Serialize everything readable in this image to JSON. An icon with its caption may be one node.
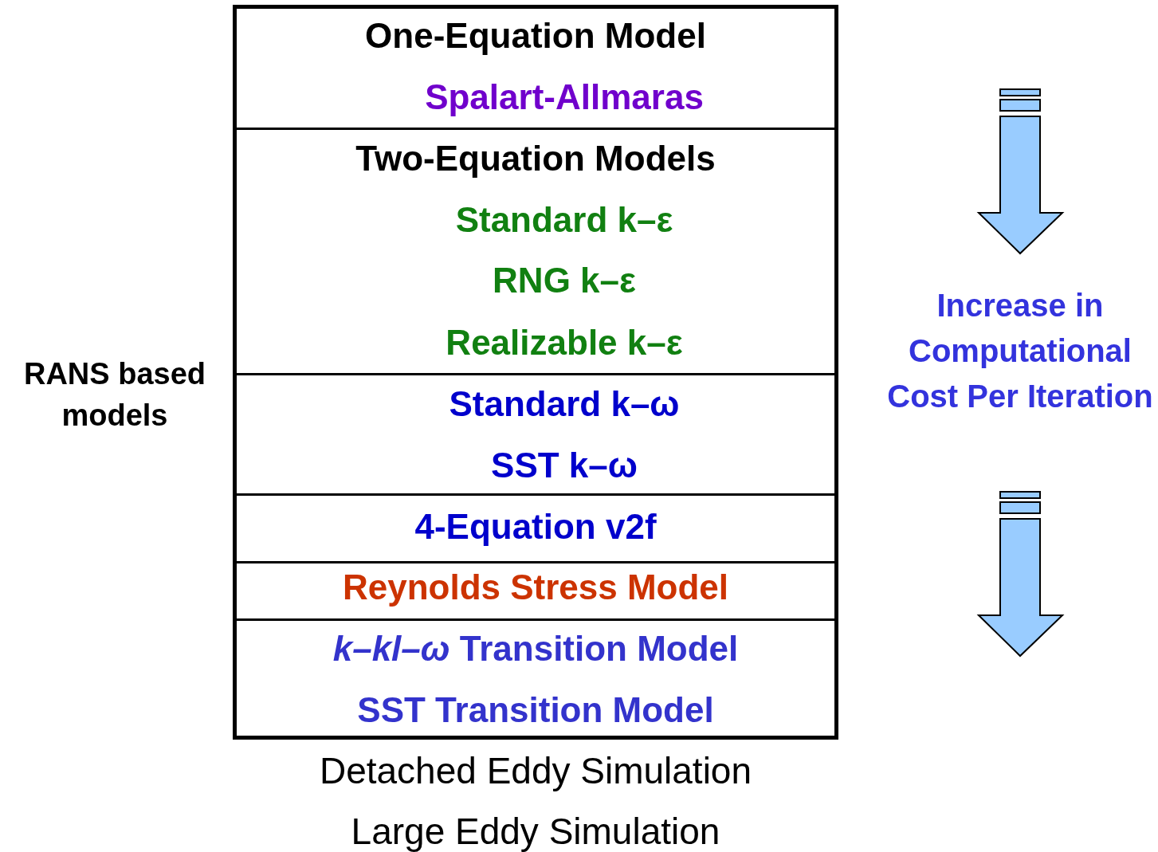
{
  "diagram": {
    "nodes": [
      {
        "text": [],
        "shape": "box",
        "beside": [
          "RANS based models"
        ]
      },
      {
        "text": [
          "One-Equation Model",
          "Spalart-Allmaras"
        ],
        "in": 0
      },
      {
        "text": [
          "Two-Equation Models",
          "Standard k–ε",
          "RNG k–ε",
          "Realizable k–ε"
        ],
        "in": 0
      },
      {
        "text": [
          "Standard k–ω",
          "SST k–ω"
        ],
        "in": 0
      },
      {
        "text": [
          "4-Equation v2f"
        ],
        "in": 0
      },
      {
        "text": [
          "Reynolds Stress Model"
        ],
        "in": 0
      },
      {
        "text": [
          "*k–kl–ω* Transition Model",
          "SST Transition Model"
        ],
        "in": 0
      }
    ],
    "edges": [],
    "labels": [
      "Increase in Computational Cost Per Iteration",
      "Detached Eddy Simulation",
      "Large Eddy Simulation"
    ]
  }
}
